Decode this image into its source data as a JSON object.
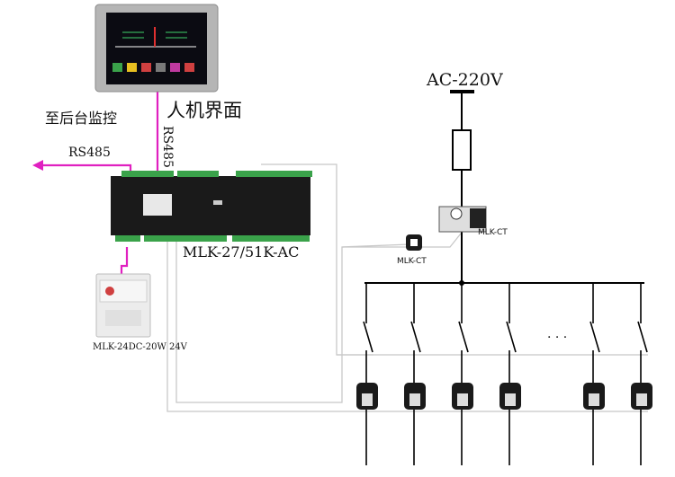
{
  "labels": {
    "monitor": "至后台监控",
    "hmi": "人机界面",
    "rs485_vertical": "RS485",
    "rs485_horizontal": "RS485",
    "ac_supply": "AC-220V",
    "controller": "MLK-27/51K-AC",
    "power_supply": "MLK-24DC-20W 24V",
    "ct_small": "MLK-CT",
    "ct_main": "MLK-CT",
    "ellipsis": "· · ·"
  },
  "colors": {
    "rs485_line": "#e020c0",
    "device_black": "#1a1a1a",
    "terminal_green": "#3aa24a",
    "wire_gray": "#c8c8c8",
    "bus_black": "#000000"
  },
  "icons": {
    "hmi": "touch-screen-panel",
    "controller": "din-rail-controller",
    "power_supply": "din-rail-power-supply",
    "ct": "current-transformer",
    "fuse": "fuse",
    "switch": "circuit-breaker"
  }
}
